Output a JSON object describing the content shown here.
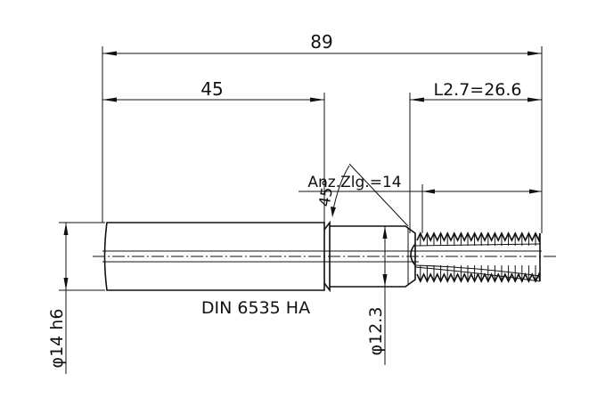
{
  "drawing": {
    "dims": {
      "overall_length": "89",
      "shank_length": "45",
      "thread_length": "L2.7=26.6",
      "teeth_count": "Anz.Zlg.=14",
      "angle": "45°",
      "shank_diameter": "φ14 h6",
      "neck_diameter": "φ12.3"
    },
    "standard_label": "DIN 6535 HA"
  }
}
